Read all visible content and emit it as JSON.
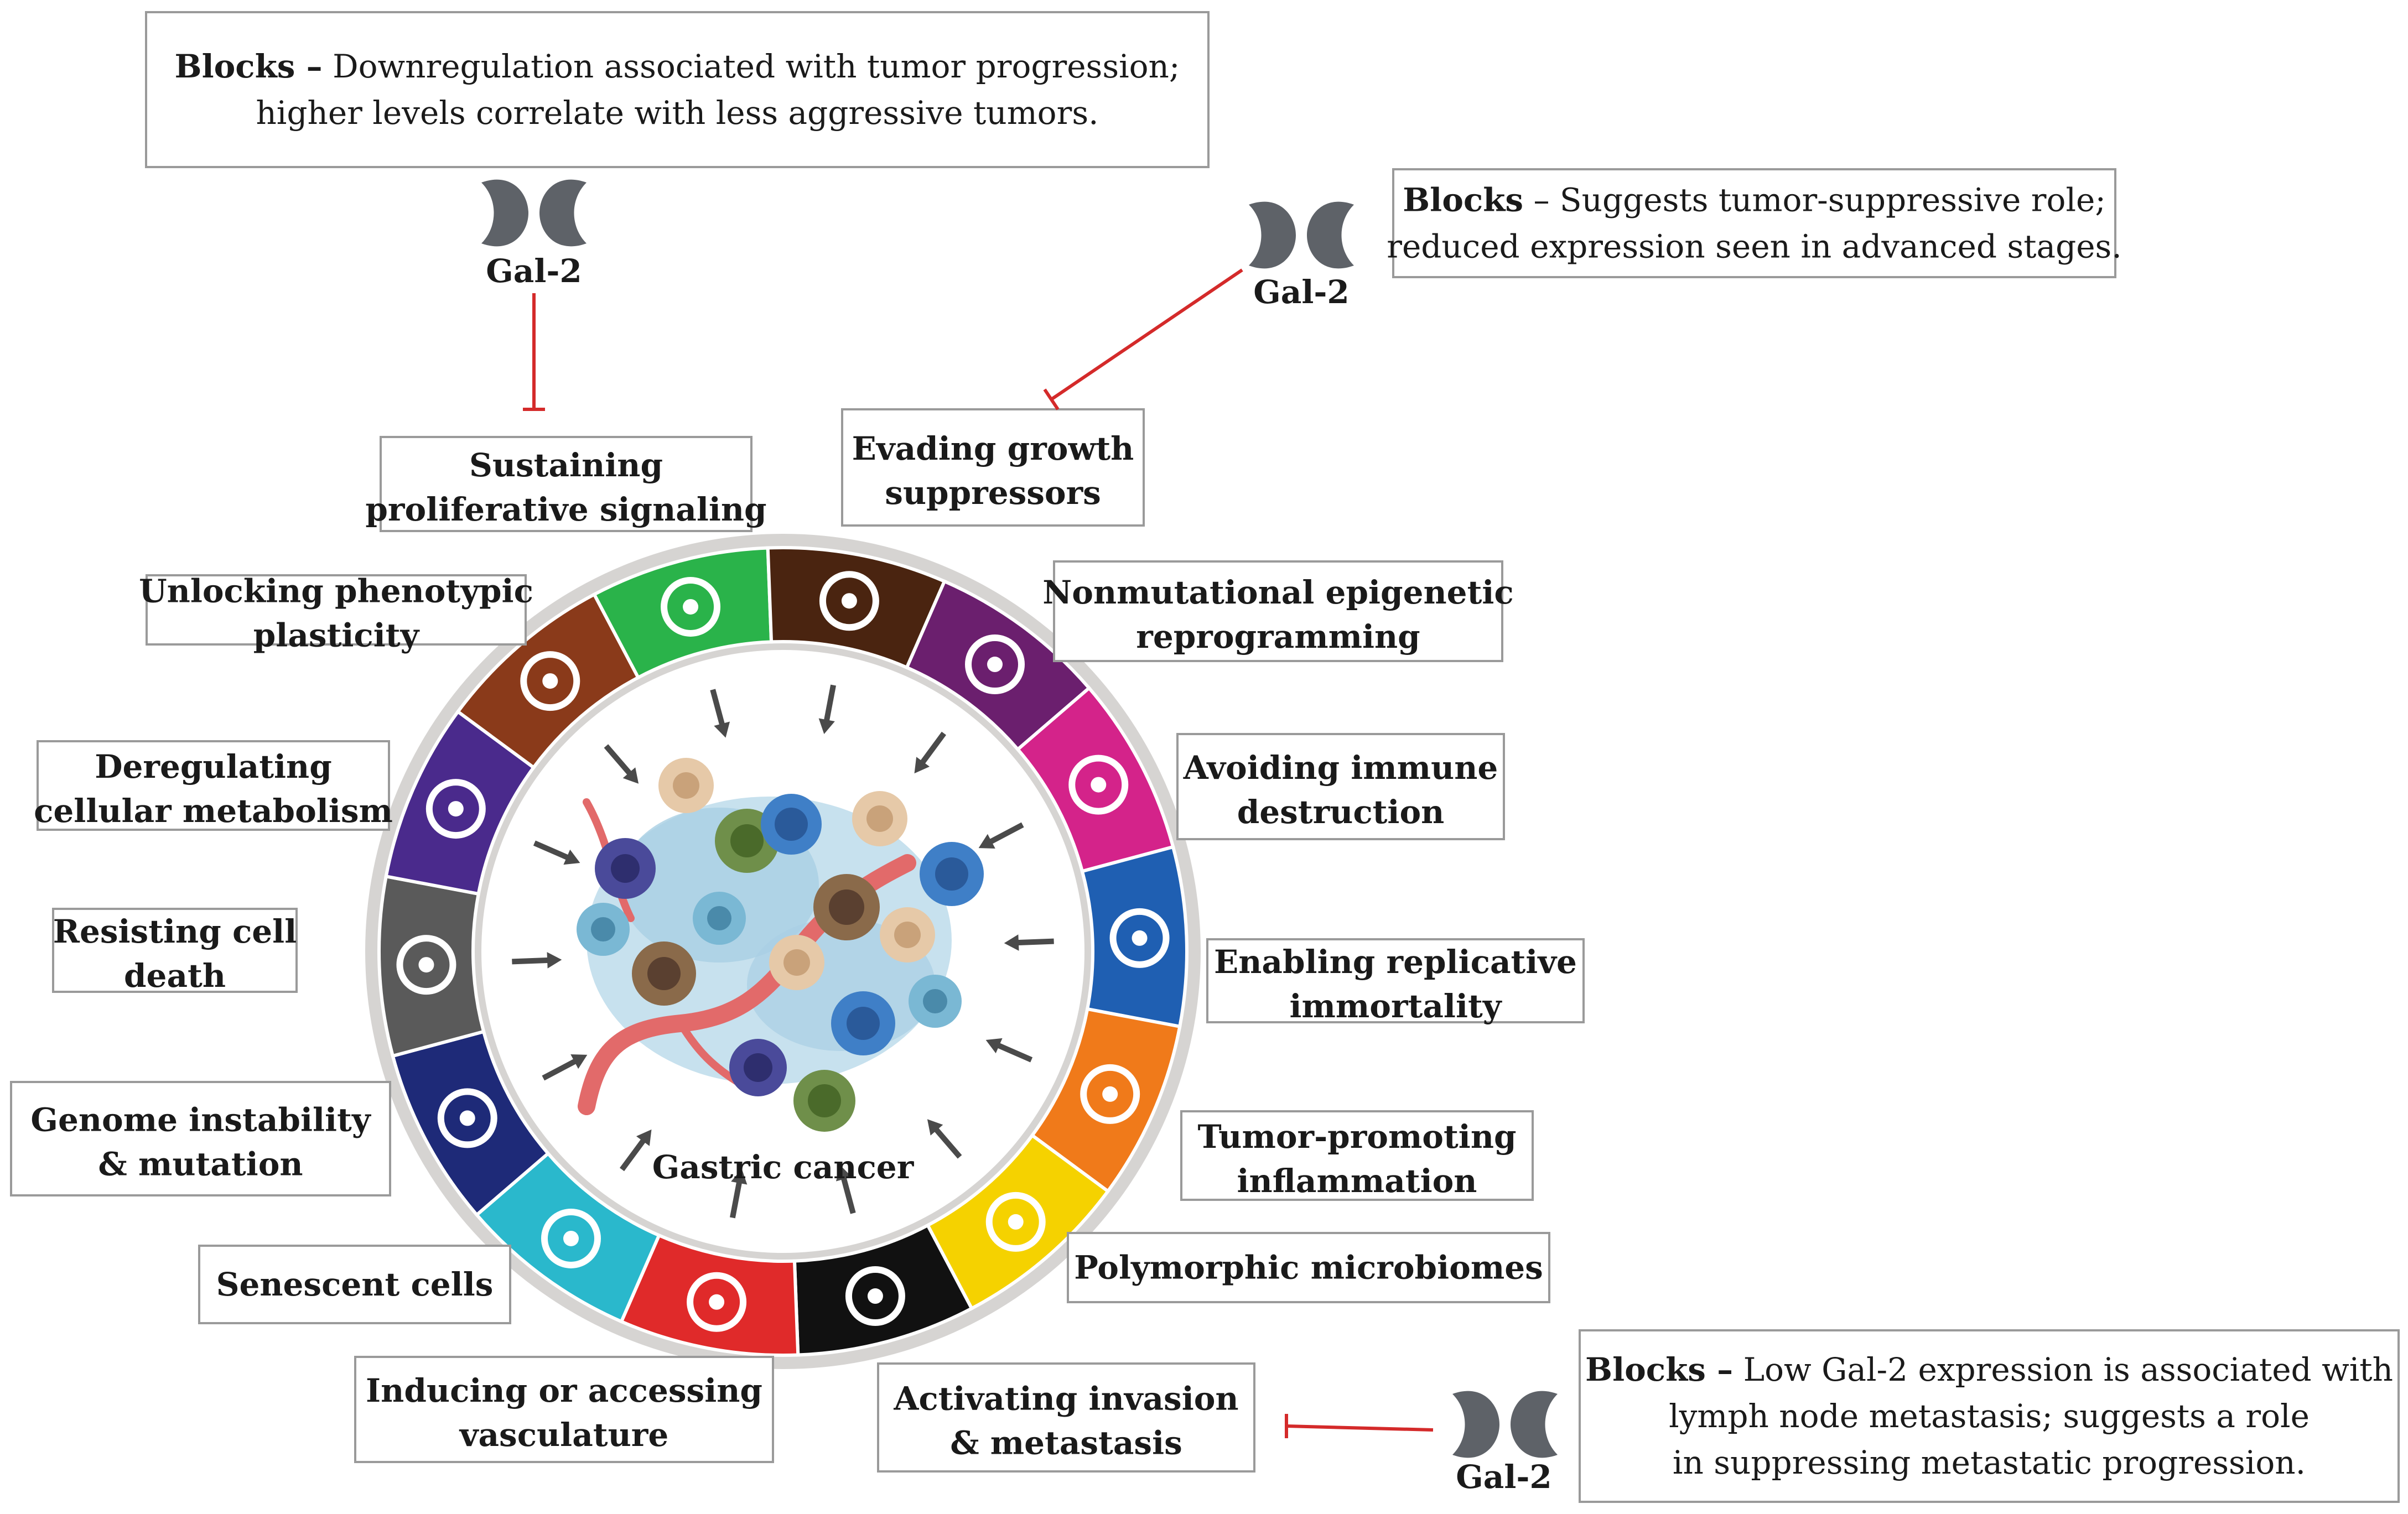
{
  "center_label": "Gastric cancer",
  "hallmarks": [
    {
      "id": "sustaining-proliferative-signaling",
      "line1": "Sustaining",
      "line2": "proliferative signaling",
      "color": "#2ab34a",
      "icon": "arrow-turn-icon"
    },
    {
      "id": "evading-growth-suppressors",
      "line1": "Evading growth",
      "line2": "suppressors",
      "color": "#4a2410",
      "icon": "prohibit-icon"
    },
    {
      "id": "nonmutational-epigenetic-reprogramming",
      "line1": "Nonmutational epigenetic",
      "line2": "reprogramming",
      "color": "#6b1f6e",
      "icon": "chromatin-icon"
    },
    {
      "id": "avoiding-immune-destruction",
      "line1": "Avoiding immune",
      "line2": "destruction",
      "color": "#d4238a",
      "icon": "immune-cell-icon"
    },
    {
      "id": "enabling-replicative-immortality",
      "line1": "Enabling replicative",
      "line2": "immortality",
      "color": "#1f5fb2",
      "icon": "infinity-icon"
    },
    {
      "id": "tumor-promoting-inflammation",
      "line1": "Tumor-promoting",
      "line2": "inflammation",
      "color": "#f07a1a",
      "icon": "flame-icon"
    },
    {
      "id": "polymorphic-microbiomes",
      "line1": "Polymorphic microbiomes",
      "line2": "",
      "color": "#f5d200",
      "icon": "bacteria-icon"
    },
    {
      "id": "activating-invasion-metastasis",
      "line1": "Activating invasion",
      "line2": "& metastasis",
      "color": "#111111",
      "icon": "migrating-cell-icon"
    },
    {
      "id": "inducing-accessing-vasculature",
      "line1": "Inducing or accessing",
      "line2": "vasculature",
      "color": "#e02a2a",
      "icon": "vessel-icon"
    },
    {
      "id": "senescent-cells",
      "line1": "Senescent cells",
      "line2": "",
      "color": "#2ab8cc",
      "icon": "leaf-icon"
    },
    {
      "id": "genome-instability-mutation",
      "line1": "Genome instability",
      "line2": "& mutation",
      "color": "#1e2a78",
      "icon": "dna-icon"
    },
    {
      "id": "resisting-cell-death",
      "line1": "Resisting cell",
      "line2": "death",
      "color": "#5a5a5a",
      "icon": "cross-icon"
    },
    {
      "id": "deregulating-cellular-metabolism",
      "line1": "Deregulating",
      "line2": "cellular metabolism",
      "color": "#4a2a8c",
      "icon": "atom-icon"
    },
    {
      "id": "unlocking-phenotypic-plasticity",
      "line1": "Unlocking phenotypic",
      "line2": "plasticity",
      "color": "#8a3a1a",
      "icon": "key-icon"
    }
  ],
  "gal2": {
    "label": "Gal-2",
    "notes": [
      {
        "bold": "Blocks –",
        "line1": " Downregulation associated with tumor progression;",
        "line2": "higher levels correlate with less aggressive tumors.",
        "line3": ""
      },
      {
        "bold": "Blocks",
        "line1": " – Suggests tumor-suppressive role;",
        "line2": "reduced expression seen in advanced stages.",
        "line3": ""
      },
      {
        "bold": "Blocks –",
        "line1": " Low Gal-2 expression is associated with",
        "line2": "lymph node metastasis; suggests a role",
        "line3": "in suppressing metastatic progression."
      }
    ]
  },
  "colors": {
    "inhibit_line": "#d42a2a",
    "gal2_icon": "#5e6268",
    "ring_border": "#c8c6c4",
    "arrow": "#4a4a4a"
  }
}
